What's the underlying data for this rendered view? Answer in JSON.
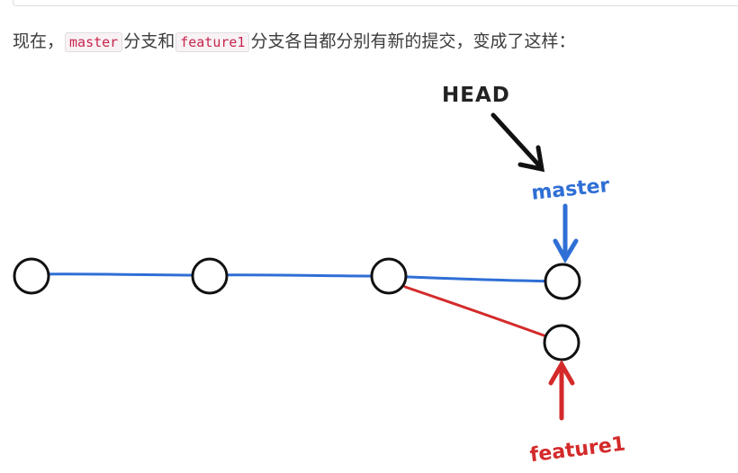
{
  "intro": {
    "prefix": "现在，",
    "branch_a": "master",
    "middle": "分支和",
    "branch_b": "feature1",
    "suffix": "分支各自都分别有新的提交，变成了这样："
  },
  "diagram": {
    "head_label": "HEAD",
    "master_label": "master",
    "feature_label": "feature1",
    "colors": {
      "master": "#2f6fd6",
      "feature": "#d42a2a",
      "node": "#111111",
      "head_arrow": "#111111"
    }
  }
}
